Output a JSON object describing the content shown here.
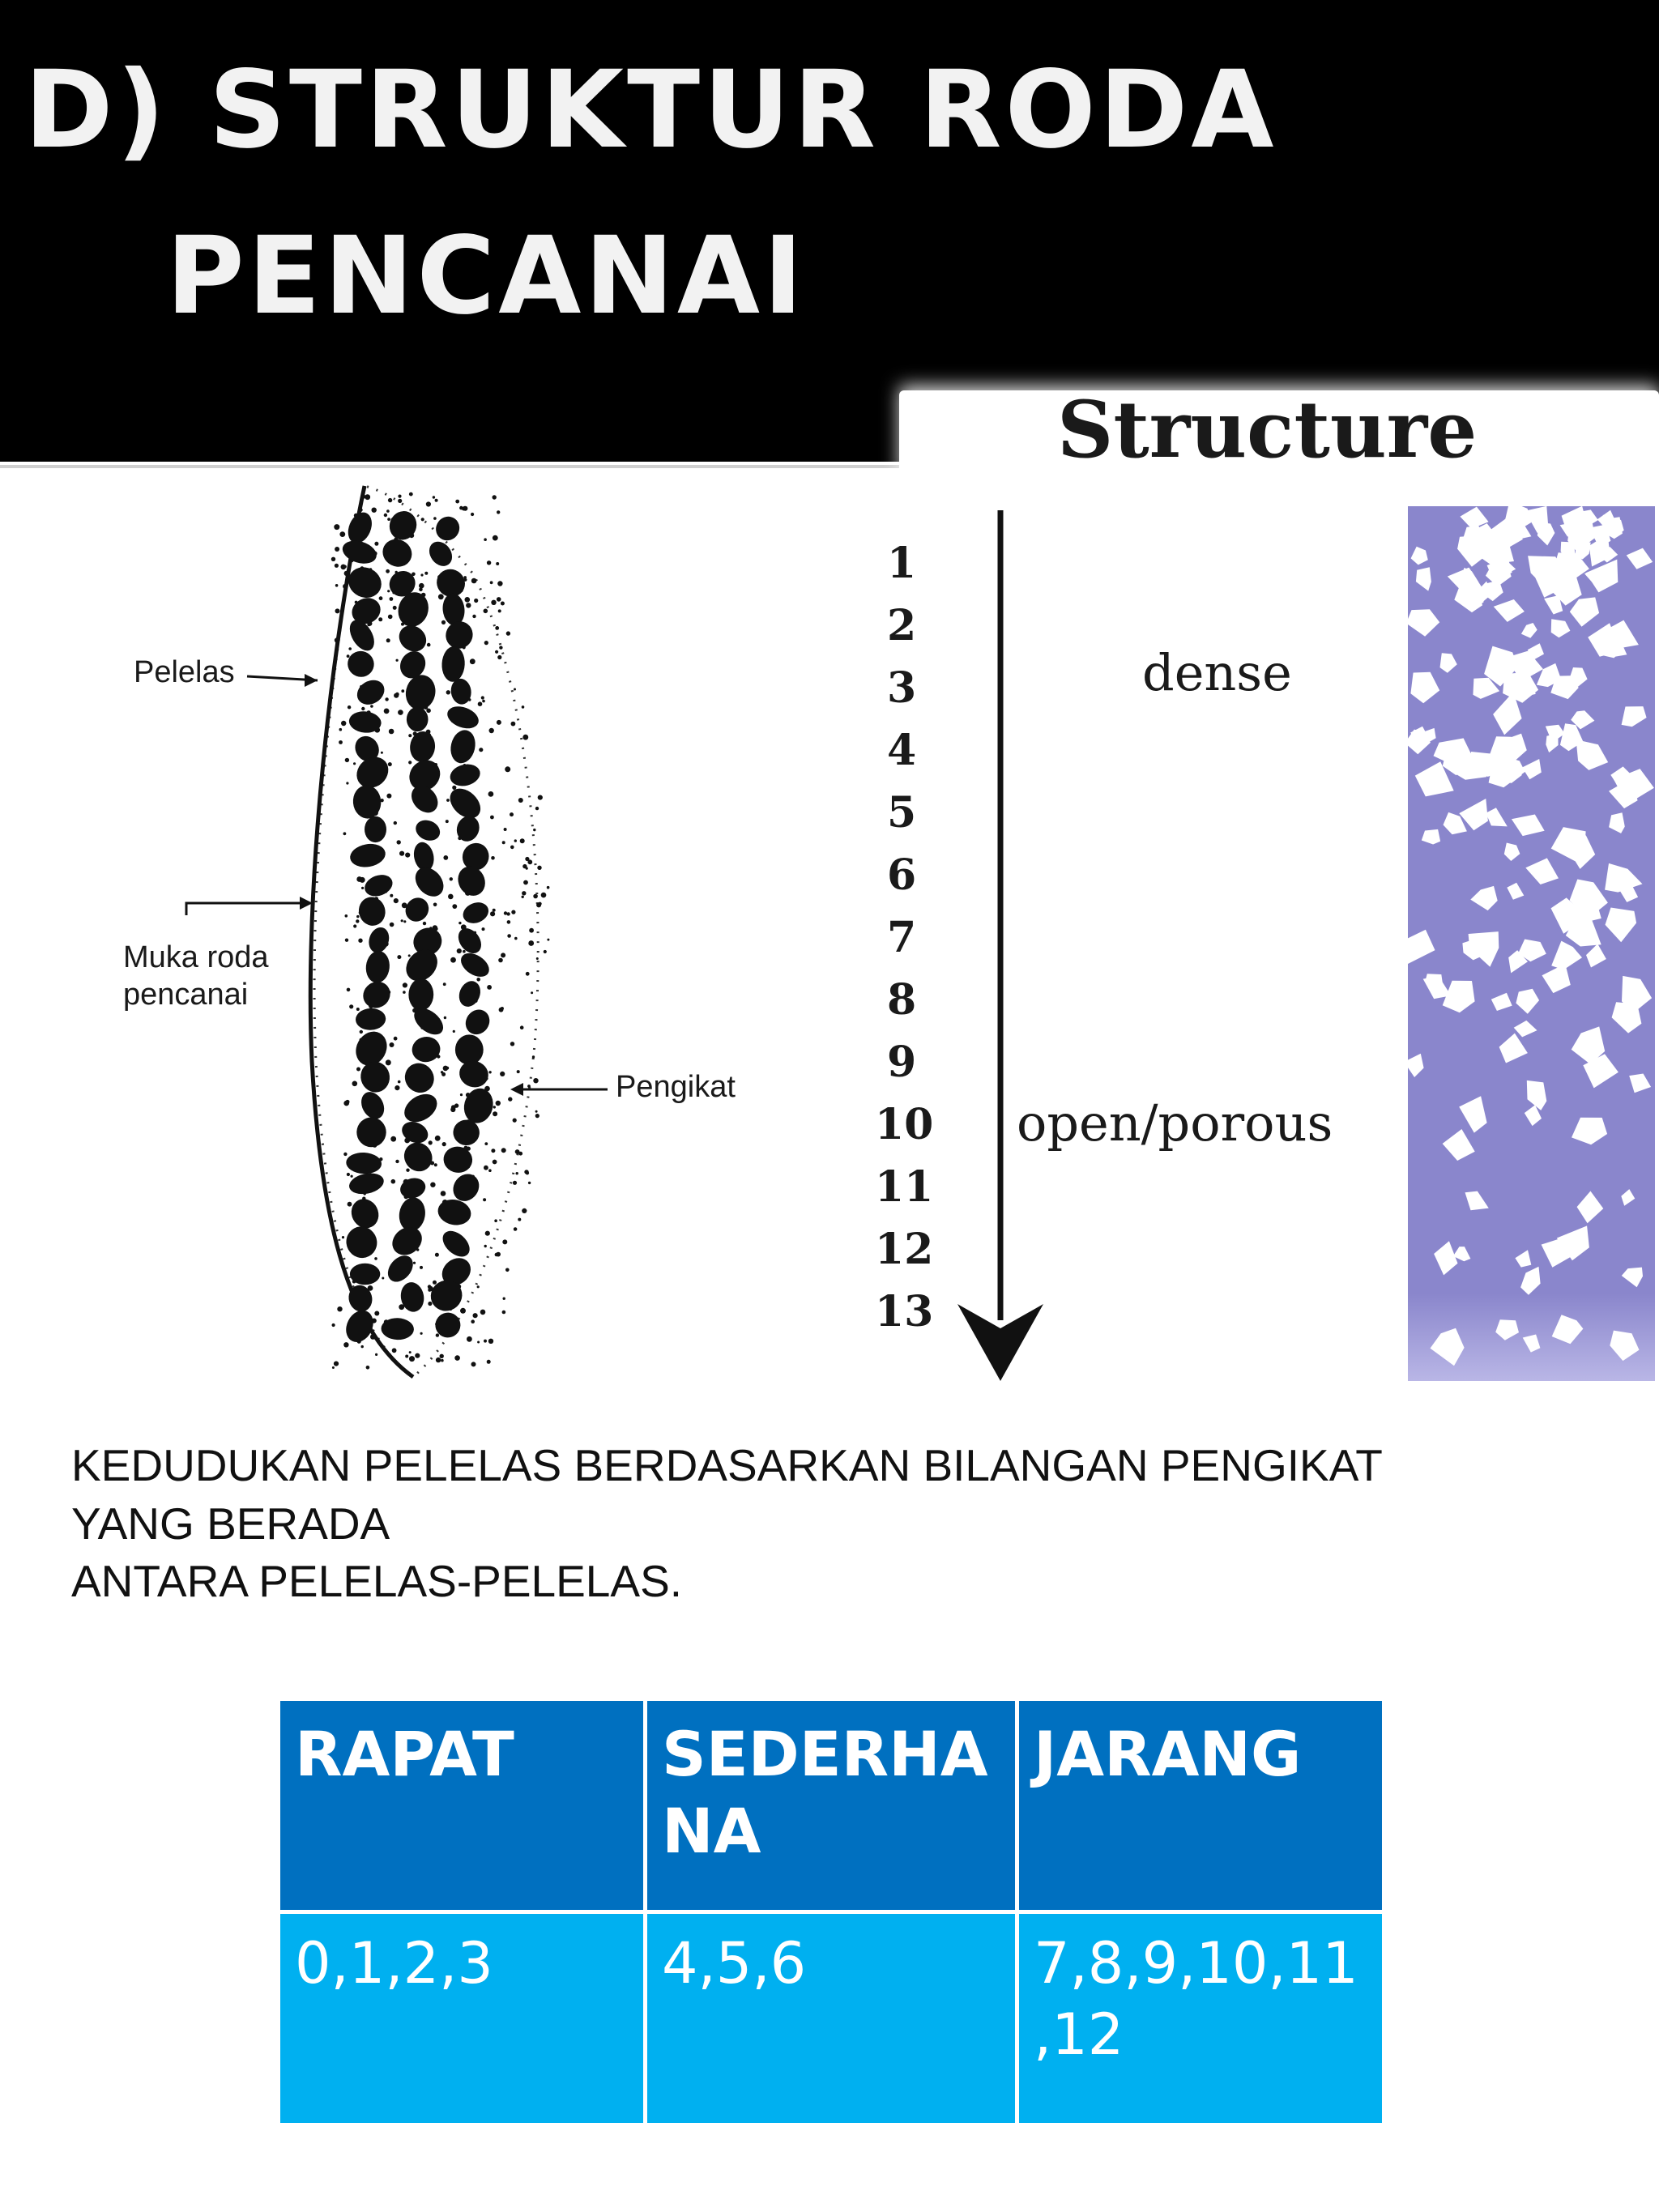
{
  "header": {
    "title_line1": "D) STRUKTUR RODA",
    "title_line2": "PENCANAI"
  },
  "left_diagram": {
    "labels": {
      "pelelas": "Pelelas",
      "muka_line1": "Muka roda",
      "muka_line2": "pencanai",
      "pengikat": "Pengikat"
    }
  },
  "structure_scale": {
    "title": "Structure",
    "numbers": [
      "1",
      "2",
      "3",
      "4",
      "5",
      "6",
      "7",
      "8",
      "9",
      "10",
      "11",
      "12",
      "13"
    ],
    "dense_label": "dense",
    "open_label": "open/porous",
    "colors": {
      "swatch": "#8a86cc",
      "swatch_light": "#b9b6e6"
    }
  },
  "caption": {
    "line1": "KEDUDUKAN PELELAS BERDASARKAN BILANGAN PENGIKAT",
    "line2": "YANG BERADA",
    "line3": "ANTARA PELELAS-PELELAS."
  },
  "table": {
    "headers": [
      "RAPAT",
      "SEDERHA NA",
      "JARANG"
    ],
    "values": [
      "0,1,2,3",
      "4,5,6",
      "7,8,9,10,11 ,12"
    ],
    "colors": {
      "header_bg": "#0070c0",
      "value_bg": "#00b0f0"
    }
  }
}
